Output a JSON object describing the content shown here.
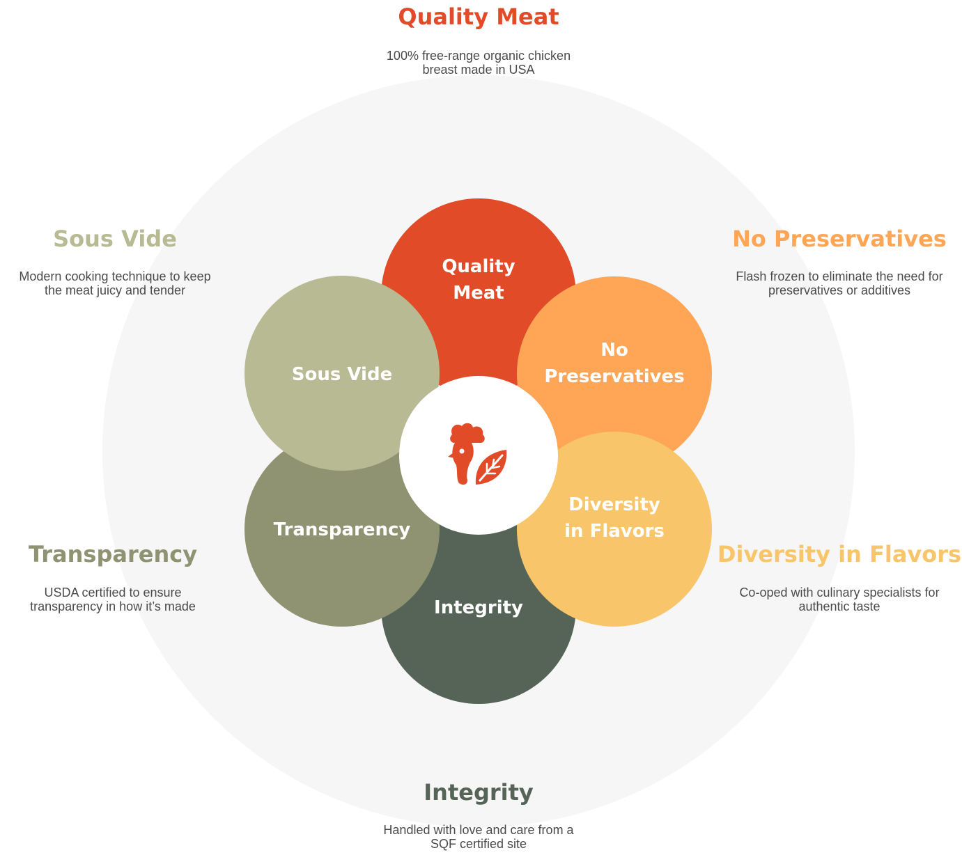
{
  "colors": {
    "background_disc": "#f6f6f6",
    "center": "#ffffff",
    "logo": "#e24b28"
  },
  "logo_icon": "rooster-leaf-icon",
  "features": [
    {
      "key": "quality-meat",
      "title": "Quality Meat",
      "petal_lines": [
        "Quality",
        "Meat"
      ],
      "description_lines": [
        "100% free-range organic chicken",
        "breast made in USA"
      ],
      "petal_color": "#e24b28",
      "title_color": "#e24b28"
    },
    {
      "key": "no-preservatives",
      "title": "No Preservatives",
      "petal_lines": [
        "No",
        "Preservatives"
      ],
      "description_lines": [
        "Flash frozen to eliminate the need for",
        "preservatives or additives"
      ],
      "petal_color": "#fea556",
      "title_color": "#fea556"
    },
    {
      "key": "diversity-in-flavors",
      "title": "Diversity in Flavors",
      "petal_lines": [
        "Diversity",
        "in Flavors"
      ],
      "description_lines": [
        "Co-oped with culinary specialists for",
        "authentic taste"
      ],
      "petal_color": "#f8c56a",
      "title_color": "#f8c56a"
    },
    {
      "key": "integrity",
      "title": "Integrity",
      "petal_lines": [
        "Integrity"
      ],
      "description_lines": [
        "Handled with love and care from a",
        "SQF certified site"
      ],
      "petal_color": "#566457",
      "title_color": "#566457"
    },
    {
      "key": "transparency",
      "title": "Transparency",
      "petal_lines": [
        "Transparency"
      ],
      "description_lines": [
        "USDA certified to ensure",
        "transparency in how it’s made"
      ],
      "petal_color": "#8f9372",
      "title_color": "#8f9372"
    },
    {
      "key": "sous-vide",
      "title": "Sous Vide",
      "petal_lines": [
        "Sous Vide"
      ],
      "description_lines": [
        "Modern cooking technique to keep",
        "the meat juicy and tender"
      ],
      "petal_color": "#b7ba92",
      "title_color": "#b7ba92"
    }
  ]
}
